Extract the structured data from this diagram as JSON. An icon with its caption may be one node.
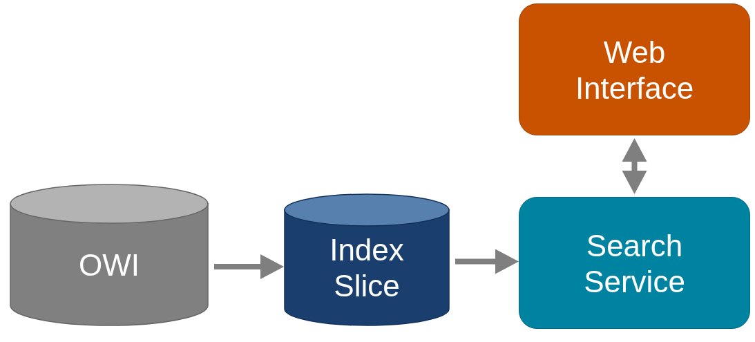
{
  "diagram": {
    "nodes": [
      {
        "text": [
          "OWI"
        ]
      },
      {
        "text": [
          "Index Slice"
        ]
      },
      {
        "text": [
          "Web Interface"
        ]
      },
      {
        "text": [
          "Search Service"
        ]
      }
    ],
    "edges": [
      {
        "from": 0,
        "to": 1,
        "arrow": "to"
      },
      {
        "from": 1,
        "to": 3,
        "arrow": "to"
      },
      {
        "from": 2,
        "to": 3,
        "arrow": "both"
      }
    ]
  }
}
